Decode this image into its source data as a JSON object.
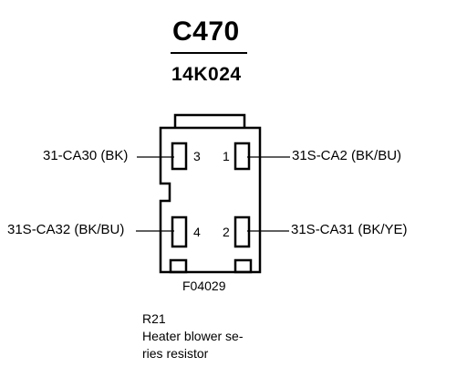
{
  "connector": {
    "id": "C470",
    "part_number": "14K024",
    "figure_id": "F04029"
  },
  "pins": [
    {
      "number": "3",
      "wire": "31-CA30 (BK)"
    },
    {
      "number": "1",
      "wire": "31S-CA2 (BK/BU)"
    },
    {
      "number": "4",
      "wire": "31S-CA32 (BK/BU)"
    },
    {
      "number": "2",
      "wire": "31S-CA31 (BK/YE)"
    }
  ],
  "component": {
    "ref": "R21",
    "description_line1": "Heater blower se-",
    "description_line2": "ries resistor"
  }
}
